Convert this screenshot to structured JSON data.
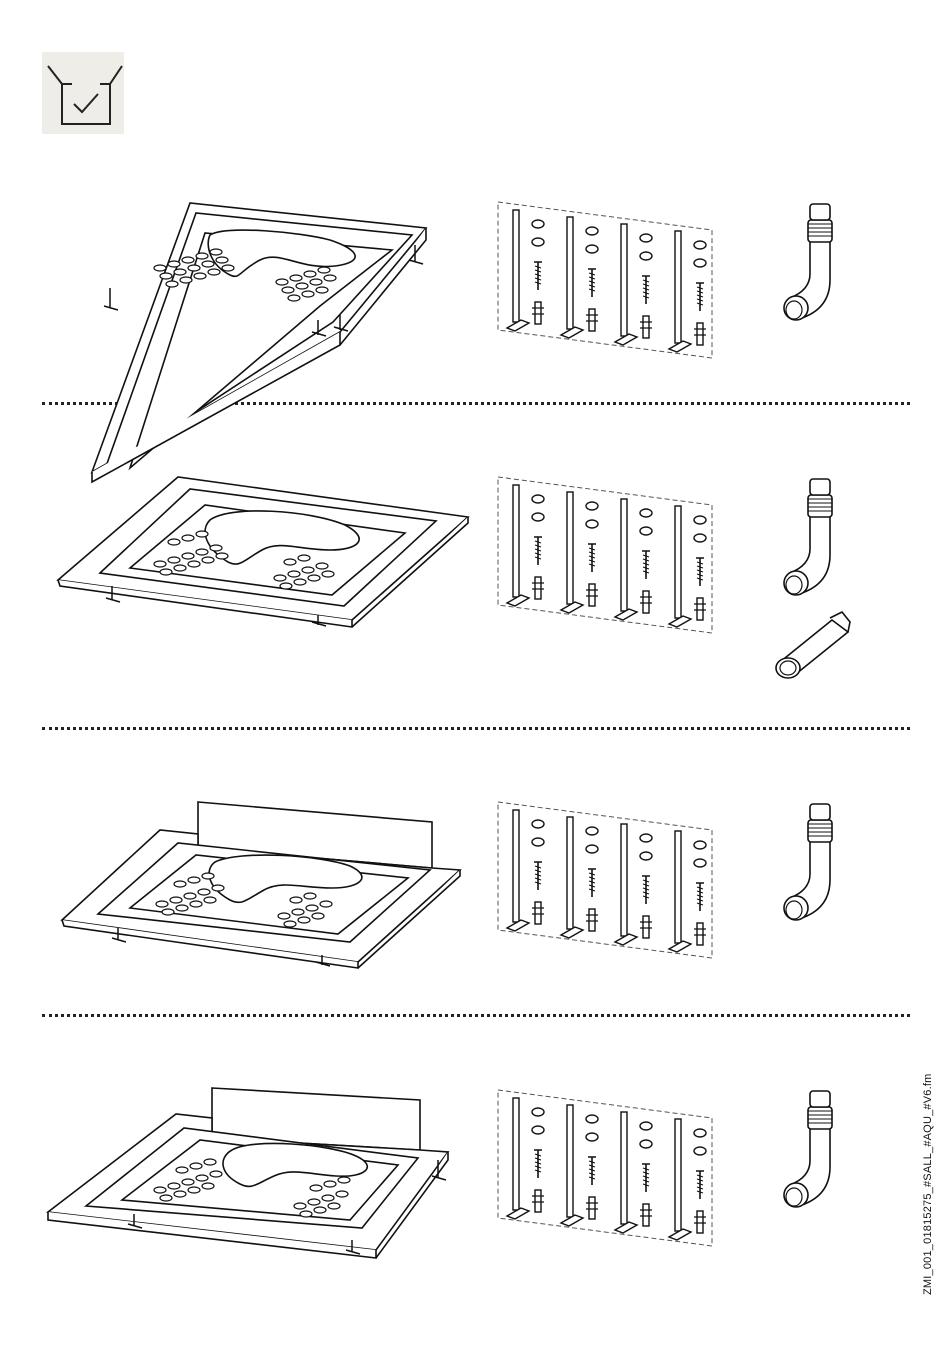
{
  "header": {
    "icon": "box-check-icon"
  },
  "rows": [
    {
      "id": "row-1",
      "tray_variant": "tray-with-legs",
      "extra_parts": [
        "elbow-pipe"
      ]
    },
    {
      "id": "row-2",
      "tray_variant": "tray-with-flange",
      "extra_parts": [
        "elbow-pipe",
        "straight-pipe"
      ]
    },
    {
      "id": "row-3",
      "tray_variant": "tray-with-flange-and-upstand",
      "extra_parts": [
        "elbow-pipe"
      ]
    },
    {
      "id": "row-4",
      "tray_variant": "tray-with-upstand-and-legs",
      "extra_parts": [
        "elbow-pipe"
      ]
    }
  ],
  "kit": {
    "legs_count": 4,
    "parts": [
      "leg-plate-icon",
      "nut-icon",
      "screw-icon",
      "wall-plug-icon"
    ]
  },
  "footer": {
    "doc_ref": "ZMI_001_01815275_#SALL_#AQU_#V6.fm"
  }
}
